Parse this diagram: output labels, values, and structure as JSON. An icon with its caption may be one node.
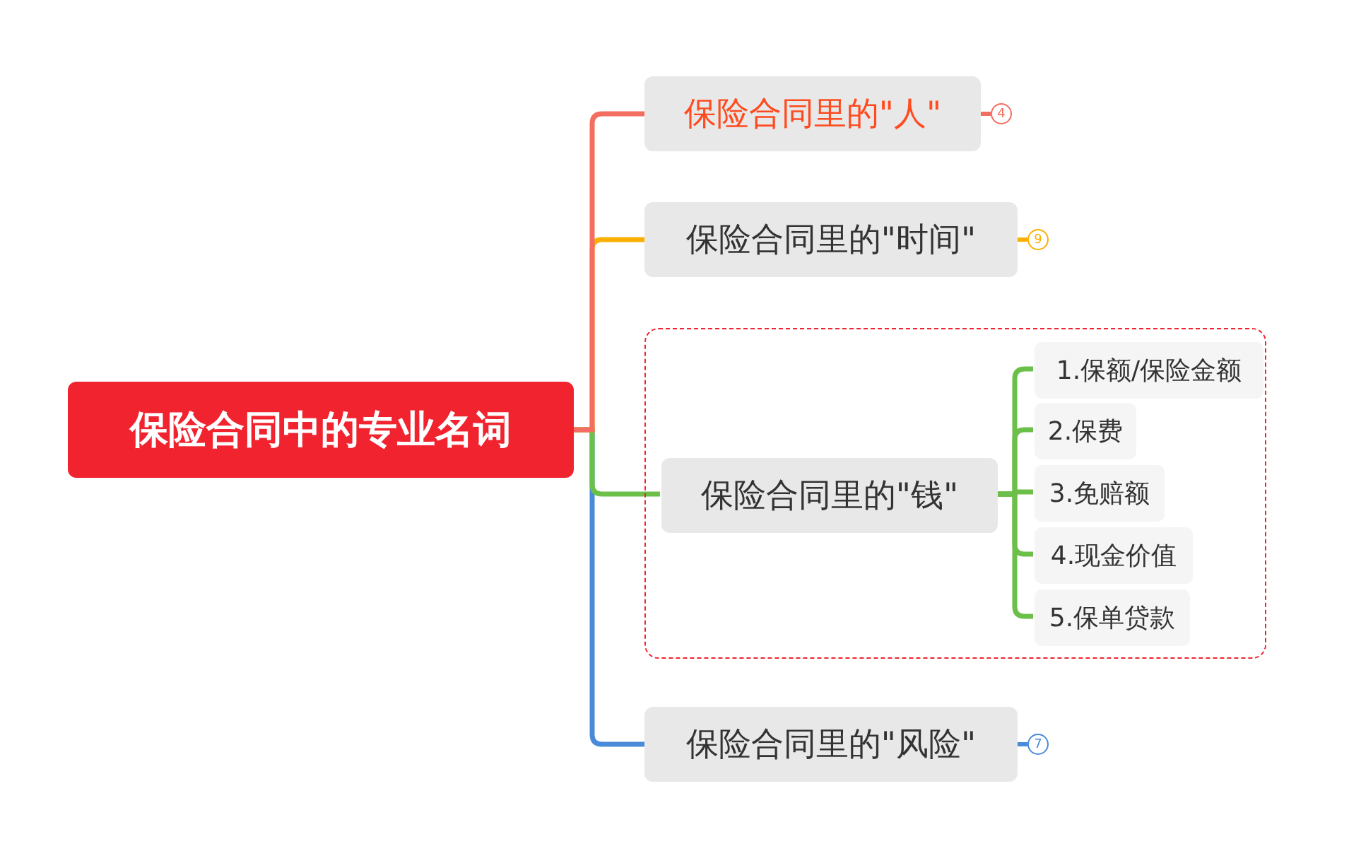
{
  "diagram": {
    "nodes": [
      {
        "text": [
          "保险合同中的专业名词"
        ]
      },
      {
        "text": [
          "保险合同里的\"人\""
        ],
        "beside": [
          "4"
        ]
      },
      {
        "text": [
          "保险合同里的\"时间\""
        ],
        "beside": [
          "9"
        ]
      },
      {
        "text": [],
        "shape": "box"
      },
      {
        "text": [
          "保险合同里的\"钱\""
        ],
        "in": 3
      },
      {
        "text": [
          "1.保额/保险金额"
        ],
        "in": 3
      },
      {
        "text": [
          "2.保费"
        ],
        "in": 3
      },
      {
        "text": [
          "3.免赔额"
        ],
        "in": 3
      },
      {
        "text": [
          "4.现金价值"
        ],
        "in": 3
      },
      {
        "text": [
          "5.保单贷款"
        ],
        "in": 3
      },
      {
        "text": [
          "保险合同里的\"风险\""
        ],
        "beside": [
          "7"
        ]
      }
    ],
    "edges": [
      {
        "from": 0,
        "to": 1,
        "arrow": "none",
        "color": "#f36d60"
      },
      {
        "from": 0,
        "to": 2,
        "arrow": "none",
        "color": "#fbb000"
      },
      {
        "from": 0,
        "to": 4,
        "arrow": "none",
        "color": "#6cc04a"
      },
      {
        "from": 0,
        "to": 10,
        "arrow": "none",
        "color": "#4a8bd9"
      },
      {
        "from": 4,
        "to": 5,
        "arrow": "none",
        "color": "#6cc04a"
      },
      {
        "from": 4,
        "to": 6,
        "arrow": "none",
        "color": "#6cc04a"
      },
      {
        "from": 4,
        "to": 7,
        "arrow": "none",
        "color": "#6cc04a"
      },
      {
        "from": 4,
        "to": 8,
        "arrow": "none",
        "color": "#6cc04a"
      },
      {
        "from": 4,
        "to": 9,
        "arrow": "none",
        "color": "#6cc04a"
      }
    ]
  }
}
